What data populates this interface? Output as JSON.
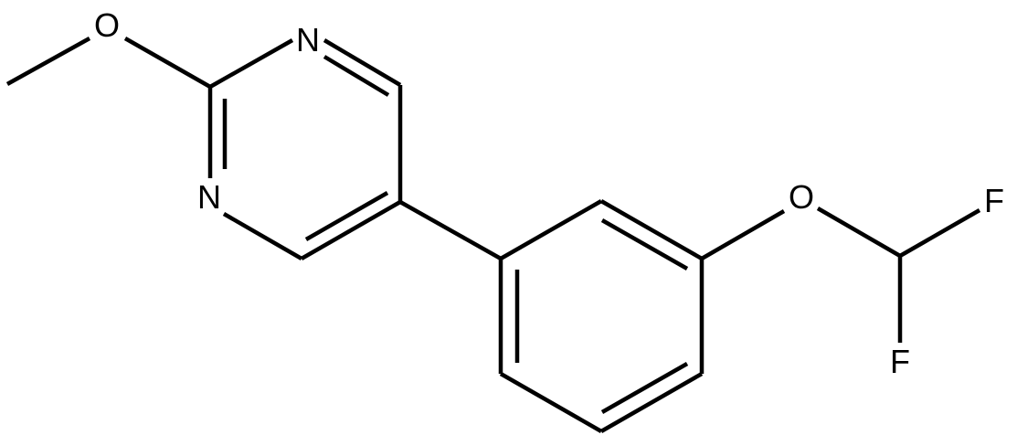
{
  "atoms": {
    "o_methoxy": "O",
    "n1": "N",
    "n3": "N",
    "o_ether": "O",
    "f_top": "F",
    "f_bottom": "F"
  },
  "colors": {
    "bond": "#000000",
    "background": "#ffffff"
  }
}
